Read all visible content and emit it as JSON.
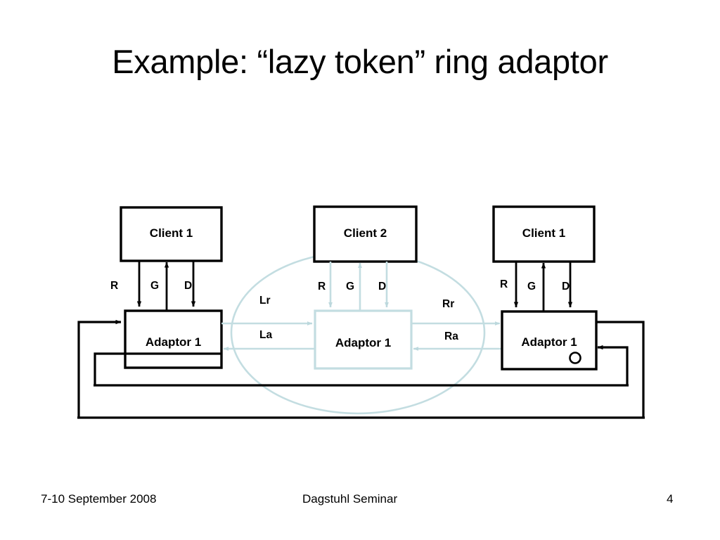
{
  "slide": {
    "title": "Example: “lazy token” ring adaptor",
    "page_background": "#ffffff",
    "ink_color": "#000000",
    "highlight_color": "#c3dde1"
  },
  "diagram": {
    "groups": [
      {
        "id": "left",
        "client_label": "Client 1",
        "adaptor_label": "Adaptor 1",
        "signals": [
          "R",
          "G",
          "D"
        ],
        "style": "black",
        "has_token": false
      },
      {
        "id": "middle",
        "client_label": "Client 2",
        "adaptor_label": "Adaptor 1",
        "signals": [
          "R",
          "G",
          "D"
        ],
        "style": "highlight",
        "has_token": false
      },
      {
        "id": "right",
        "client_label": "Client 1",
        "adaptor_label": "Adaptor 1",
        "signals": [
          "R",
          "G",
          "D"
        ],
        "style": "black",
        "has_token": true
      }
    ],
    "link_labels": {
      "left_request": "Lr",
      "left_ack": "La",
      "right_request": "Rr",
      "right_ack": "Ra"
    },
    "signal_directions": {
      "R": "down",
      "G": "up",
      "D": "down"
    }
  },
  "footer": {
    "date": "7-10 September 2008",
    "event": "Dagstuhl Seminar",
    "page_number": "4"
  }
}
